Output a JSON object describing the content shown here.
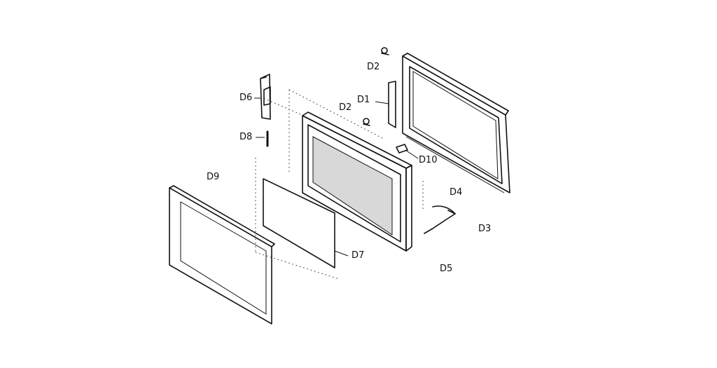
{
  "diagram": {
    "part_labels": {
      "d1": "D1",
      "d2_top": "D2",
      "d2_mid": "D2",
      "d3": "D3",
      "d4": "D4",
      "d5": "D5",
      "d6": "D6",
      "d7": "D7",
      "d8": "D8",
      "d9": "D9",
      "d10": "D10"
    }
  }
}
